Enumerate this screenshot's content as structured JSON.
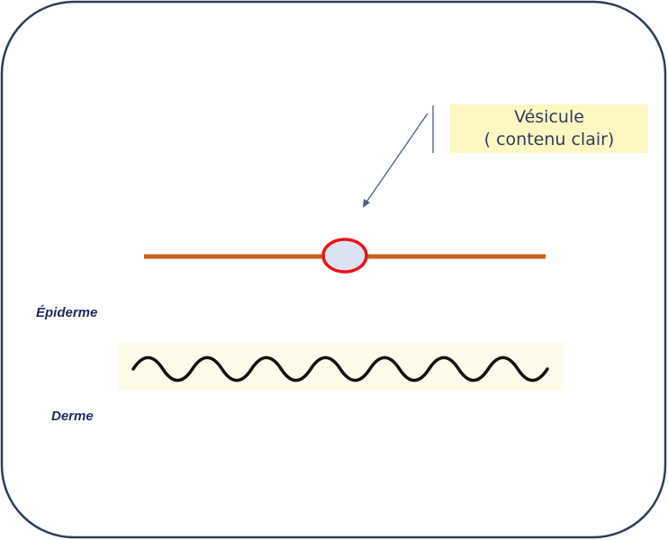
{
  "callout": {
    "line1": "Vésicule",
    "line2": "( contenu clair)"
  },
  "layers": {
    "epidermis": "Épiderme",
    "dermis": "Derme"
  },
  "colors": {
    "frame_border": "#2f3d5a",
    "callout_bg": "#fdf7c3",
    "callout_text": "#2f3d5a",
    "epidermis_line": "#c9621c",
    "vesicle_fill": "#dbe3f1",
    "vesicle_stroke": "#e8141c",
    "arrow": "#4a5f86",
    "dermis_band": "#fdfbe9",
    "dermis_wave": "#111111",
    "label_text": "#1f2a5c"
  }
}
